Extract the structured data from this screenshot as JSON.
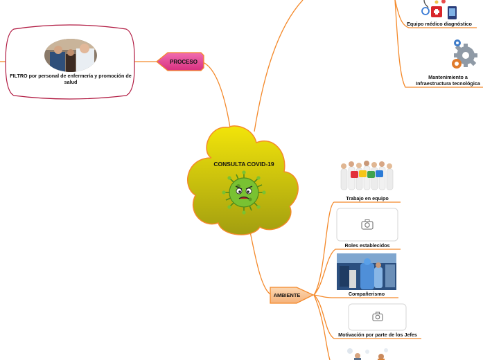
{
  "central": {
    "title": "CONSULTA COVID-19"
  },
  "branches": {
    "proceso": "PROCESO",
    "ambiente": "AMBIENTE"
  },
  "nodes": {
    "filtro": "FILTRO por personal de enfermería y promoción de salud",
    "equipo_medico": "Equipo médico diagnóstico",
    "mantenimiento": "Mantenimiento a Infraestructura tecnológica",
    "trabajo_equipo": "Trabajo en equipo",
    "roles": "Roles establecidos",
    "companerismo": "Compañerismo",
    "motivacion": "Motivación por parte de los Jefes"
  },
  "colors": {
    "branch_line": "#f4892a",
    "central_fill_top": "#f2e40a",
    "central_fill_bottom": "#a29e10",
    "central_stroke": "#f4892a",
    "proceso_fill": "#e8489a",
    "ambiente_fill": "#f9c89a",
    "filtro_border": "#b0173f",
    "virus": "#6db52a"
  },
  "icons": {
    "image_placeholder": "camera-icon",
    "central": "virus-icon",
    "gears": "gears-icon",
    "medical": "medical-equipment-icon"
  }
}
